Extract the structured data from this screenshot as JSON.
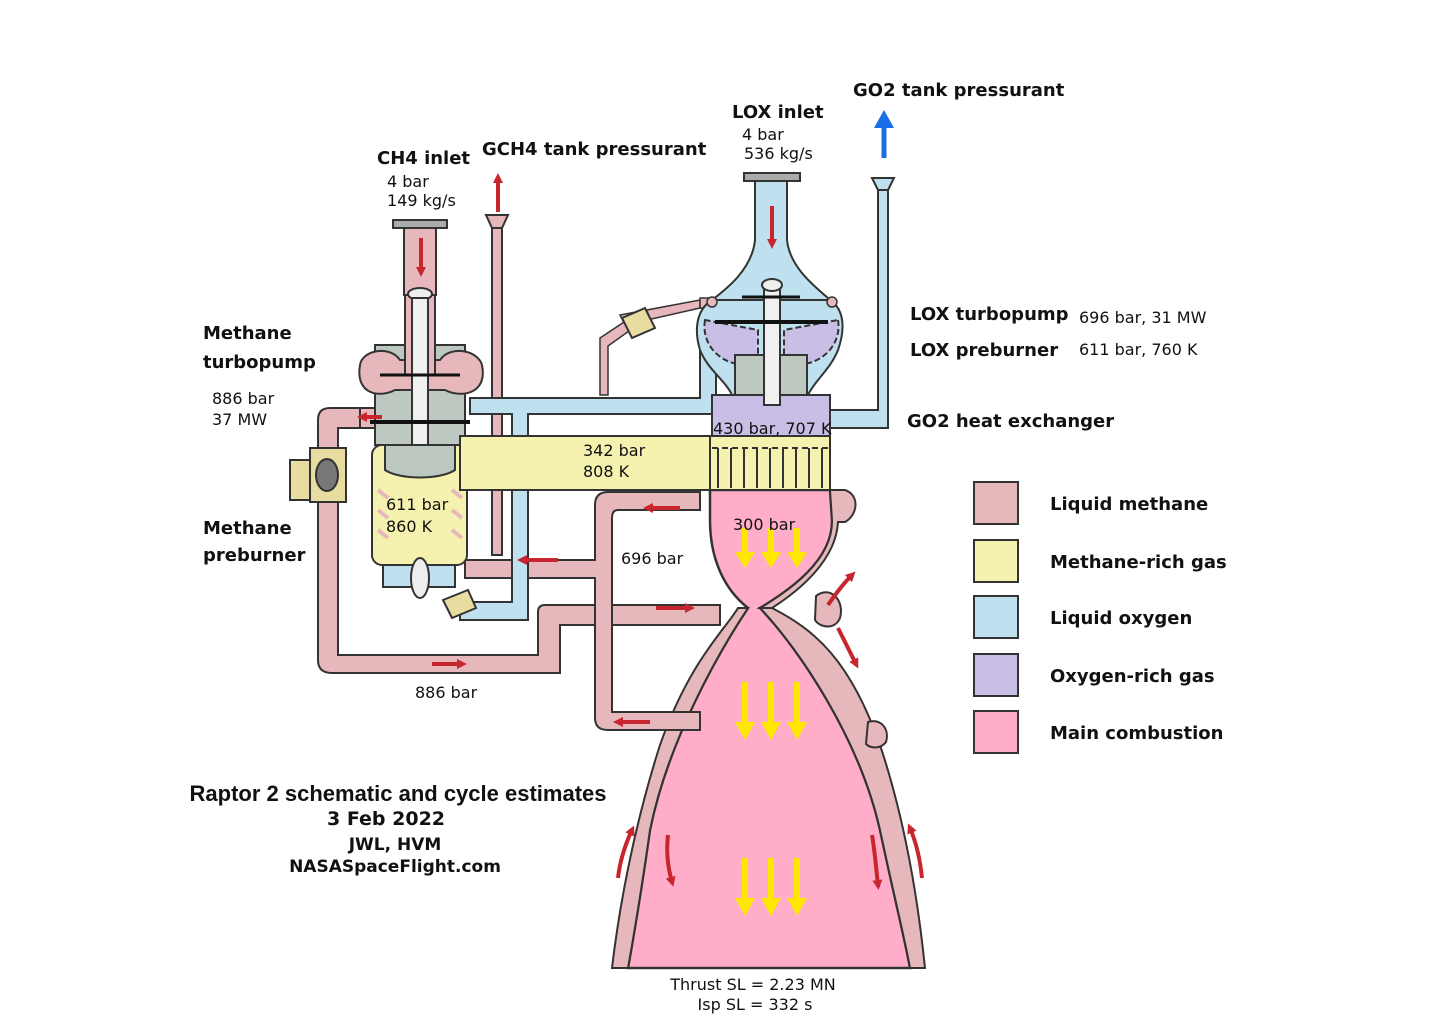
{
  "colors": {
    "liquid_methane": "#e6b8bc",
    "methane_rich_gas": "#f5f2b0",
    "liquid_oxygen": "#bfe0ee",
    "oxygen_rich_gas": "#c9bfe6",
    "main_combustion": "#ffadc8",
    "flow_arrow": "#c8262e",
    "exhaust_arrow": "#ffe800",
    "go2_arrow": "#1a6ee8",
    "outline": "#333333"
  },
  "labels": {
    "ch4_inlet": "CH4 inlet",
    "ch4_inlet_pressure": "4 bar",
    "ch4_inlet_flow": "149 kg/s",
    "gch4_tank": "GCH4 tank pressurant",
    "lox_inlet": "LOX inlet",
    "lox_inlet_pressure": "4 bar",
    "lox_inlet_flow": "536 kg/s",
    "go2_tank": "GO2 tank pressurant",
    "methane_turbopump_1": "Methane",
    "methane_turbopump_2": "turbopump",
    "methane_tp_pressure": "886 bar",
    "methane_tp_power": "37 MW",
    "methane_preburner_1": "Methane",
    "methane_preburner_2": "preburner",
    "lox_turbopump": "LOX turbopump",
    "lox_turbopump_value": "696 bar, 31 MW",
    "lox_preburner": "LOX preburner",
    "lox_preburner_value": "611 bar, 760 K",
    "go2_heat_exchanger": "GO2 heat exchanger",
    "lox_turbine_exhaust": "430 bar, 707 K",
    "mrg_duct_pressure": "342 bar",
    "mrg_duct_temp": "808 K",
    "preburner_pressure": "611 bar",
    "preburner_temp": "860 K",
    "chamber_pressure": "300 bar",
    "cooling_pressure": "696 bar",
    "lower_loop_pressure": "886 bar",
    "thrust": "Thrust SL = 2.23 MN",
    "isp": "Isp SL = 332 s"
  },
  "legend": [
    {
      "label": "Liquid methane",
      "color": "#e6b8bc"
    },
    {
      "label": "Methane-rich gas",
      "color": "#f5f2b0"
    },
    {
      "label": "Liquid oxygen",
      "color": "#bfe0ee"
    },
    {
      "label": "Oxygen-rich gas",
      "color": "#c9bfe6"
    },
    {
      "label": "Main combustion",
      "color": "#ffadc8"
    }
  ],
  "caption": {
    "title": "Raptor 2 schematic and cycle estimates",
    "date": "3 Feb 2022",
    "authors": "JWL, HVM",
    "site": "NASASpaceFlight.com"
  }
}
